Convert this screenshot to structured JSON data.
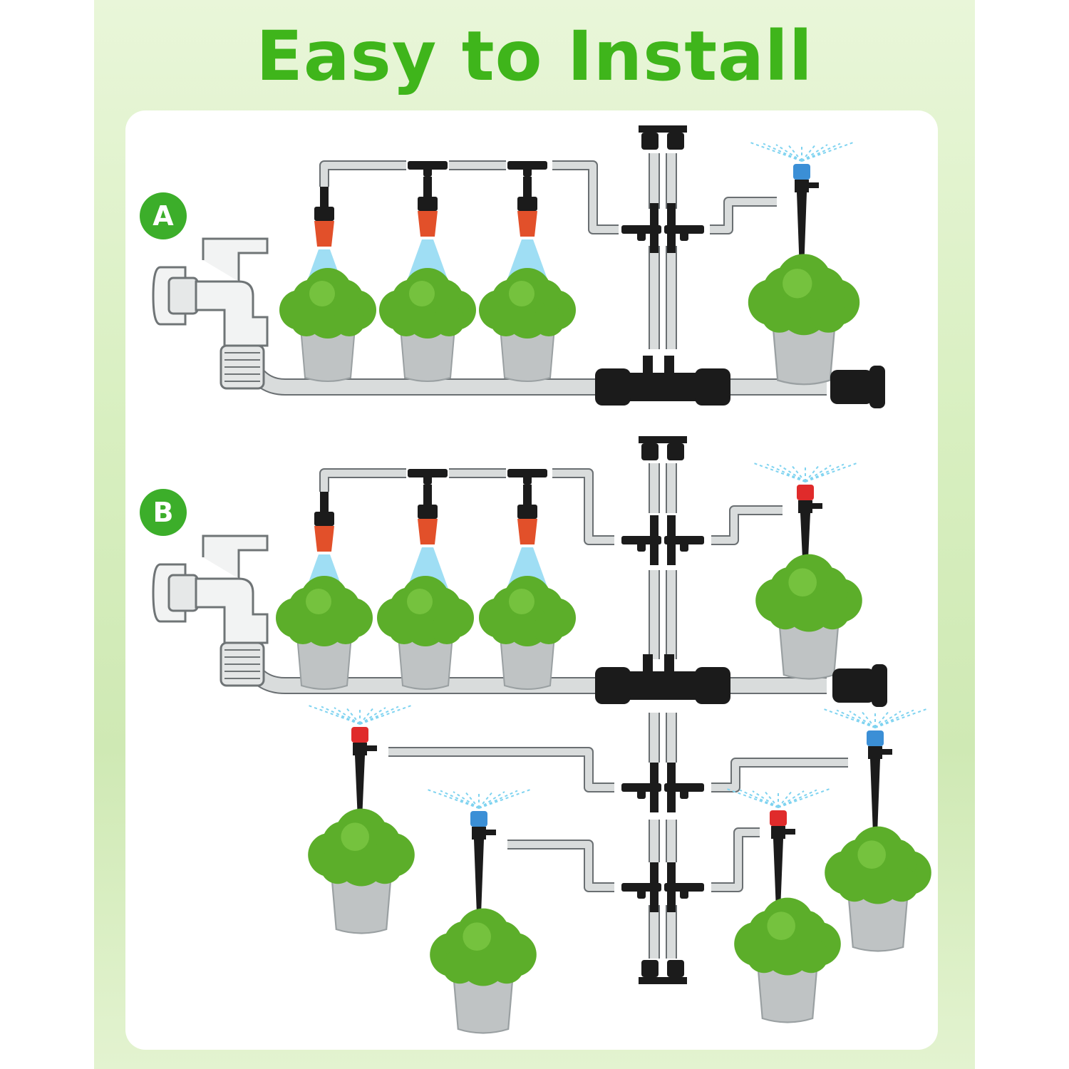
{
  "title": "Easy to Install",
  "colors": {
    "title_green": "#3fb51b",
    "badge_green": "#3cae2a",
    "pipe_fill": "#d9dcdc",
    "pipe_stroke": "#6a6f72",
    "fitting_black": "#1b1b1b",
    "nozzle_orange": "#e2502a",
    "emitter_blue": "#3b8fd6",
    "emitter_red": "#e02b2b",
    "spray_blue": "#7fd3f0",
    "plant_green": "#5cae2a",
    "pot_gray": "#bfc3c4"
  },
  "panels": [
    {
      "label": "A",
      "misting_nozzles": 3,
      "stake_emitters": [
        {
          "cap": "blue"
        }
      ]
    },
    {
      "label": "B",
      "misting_nozzles": 3,
      "stake_emitters": [
        {
          "cap": "red"
        },
        {
          "cap": "red"
        },
        {
          "cap": "blue"
        },
        {
          "cap": "blue"
        },
        {
          "cap": "red"
        }
      ]
    }
  ],
  "icons": [
    "faucet-icon",
    "misting-nozzle-icon",
    "stake-emitter-icon",
    "potted-plant-icon",
    "tee-connector-icon",
    "end-plug-icon"
  ]
}
